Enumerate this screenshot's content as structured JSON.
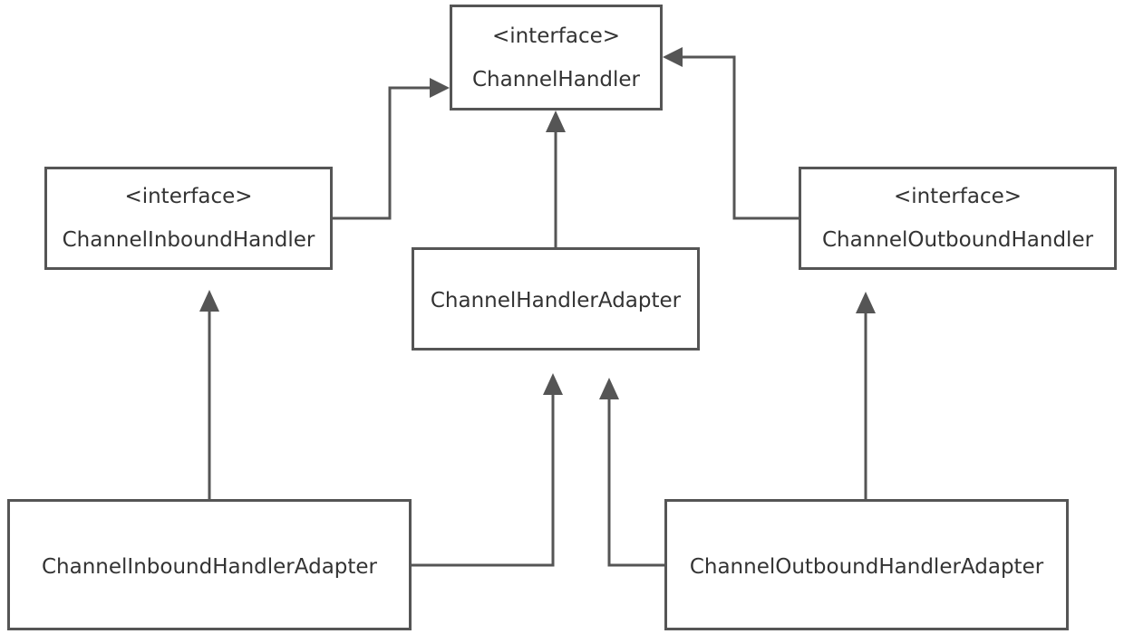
{
  "diagram": {
    "nodes": {
      "channel_handler": {
        "stereotype": "<interface>",
        "name": "ChannelHandler"
      },
      "inbound_handler": {
        "stereotype": "<interface>",
        "name": "ChannelInboundHandler"
      },
      "outbound_handler": {
        "stereotype": "<interface>",
        "name": "ChannelOutboundHandler"
      },
      "handler_adapter": {
        "name": "ChannelHandlerAdapter"
      },
      "inbound_adapter": {
        "name": "ChannelInboundHandlerAdapter"
      },
      "outbound_adapter": {
        "name": "ChannelOutboundHandlerAdapter"
      }
    },
    "edges": [
      {
        "from": "ChannelInboundHandler",
        "to": "ChannelHandler"
      },
      {
        "from": "ChannelOutboundHandler",
        "to": "ChannelHandler"
      },
      {
        "from": "ChannelHandlerAdapter",
        "to": "ChannelHandler"
      },
      {
        "from": "ChannelInboundHandlerAdapter",
        "to": "ChannelInboundHandler"
      },
      {
        "from": "ChannelInboundHandlerAdapter",
        "to": "ChannelHandlerAdapter"
      },
      {
        "from": "ChannelOutboundHandlerAdapter",
        "to": "ChannelHandlerAdapter"
      },
      {
        "from": "ChannelOutboundHandlerAdapter",
        "to": "ChannelOutboundHandler"
      }
    ],
    "colors": {
      "stroke": "#555555",
      "text": "#333333",
      "background": "#ffffff"
    }
  }
}
